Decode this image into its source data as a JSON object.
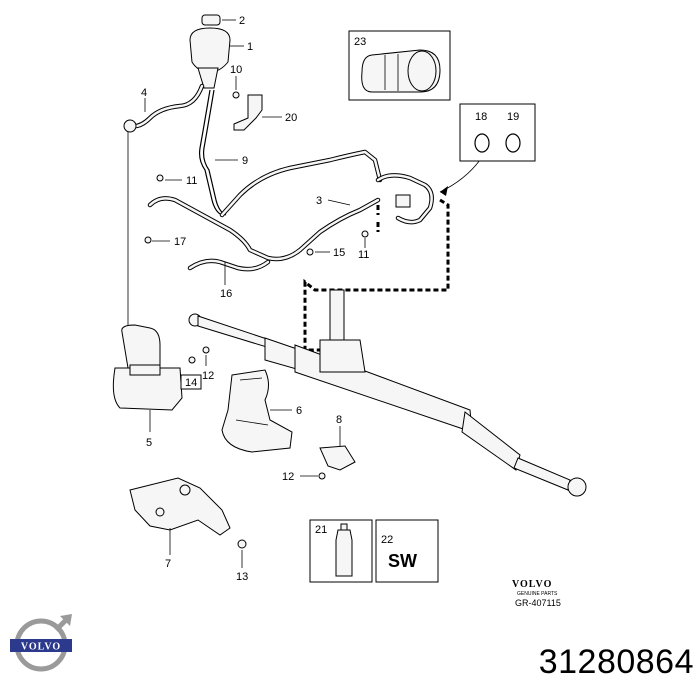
{
  "callouts": [
    "1",
    "2",
    "3",
    "4",
    "5",
    "6",
    "7",
    "8",
    "9",
    "10",
    "11",
    "11",
    "12",
    "12",
    "13",
    "14",
    "15",
    "16",
    "17",
    "18",
    "19",
    "20",
    "23"
  ],
  "box_21_label": "21",
  "box_22_label": "22",
  "box_22_text": "SW",
  "box_23_label": "23",
  "box_18_label": "18",
  "box_19_label": "19",
  "brand_stamp": {
    "name": "VOLVO",
    "subtitle": "GENUINE PARTS",
    "code": "GR-407115"
  },
  "logo_text": "VOLVO",
  "part_number": "31280864"
}
